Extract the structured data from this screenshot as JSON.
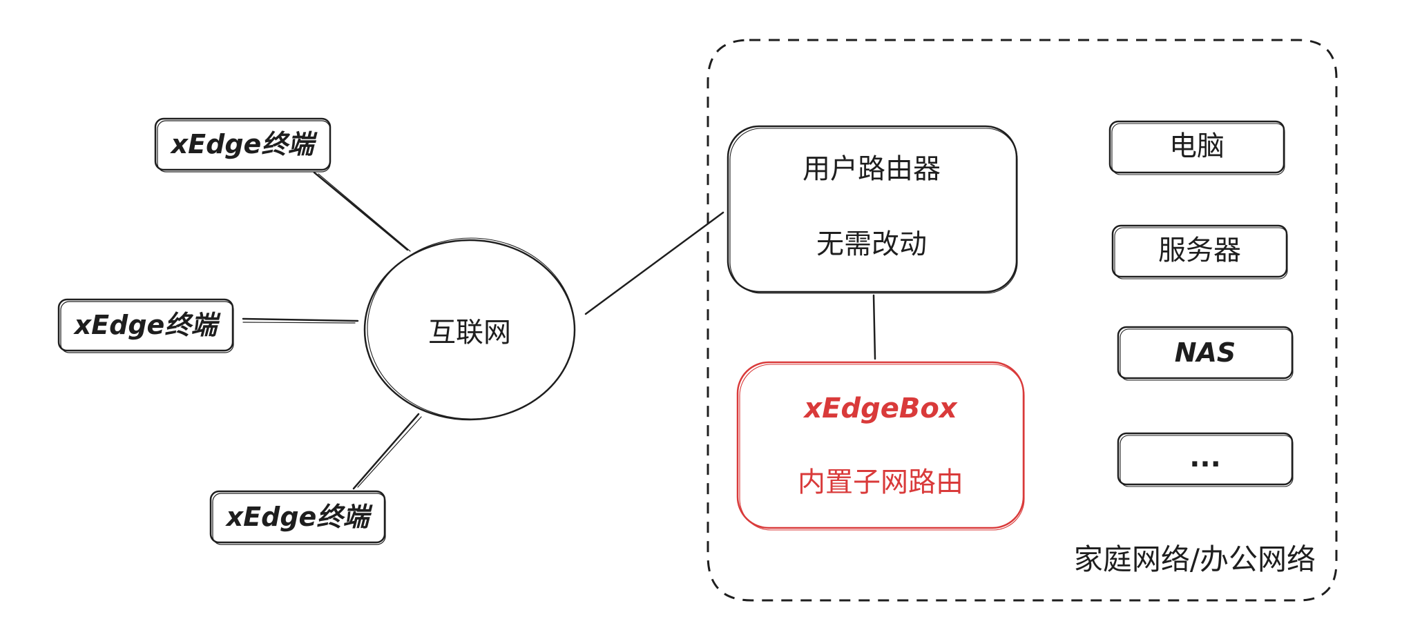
{
  "diagram": {
    "terminal_top": "xEdge终端",
    "terminal_mid": "xEdge终端",
    "terminal_bottom": "xEdge终端",
    "internet": "互联网",
    "router_line1": "用户路由器",
    "router_line2": "无需改动",
    "box_line1": "xEdgeBox",
    "box_line2": "内置子网路由",
    "device_pc": "电脑",
    "device_server": "服务器",
    "device_nas": "NAS",
    "device_more": "...",
    "network_label": "家庭网络/办公网络"
  },
  "colors": {
    "stroke": "#1e1e1e",
    "accent": "#d93a3a",
    "background": "#ffffff"
  }
}
